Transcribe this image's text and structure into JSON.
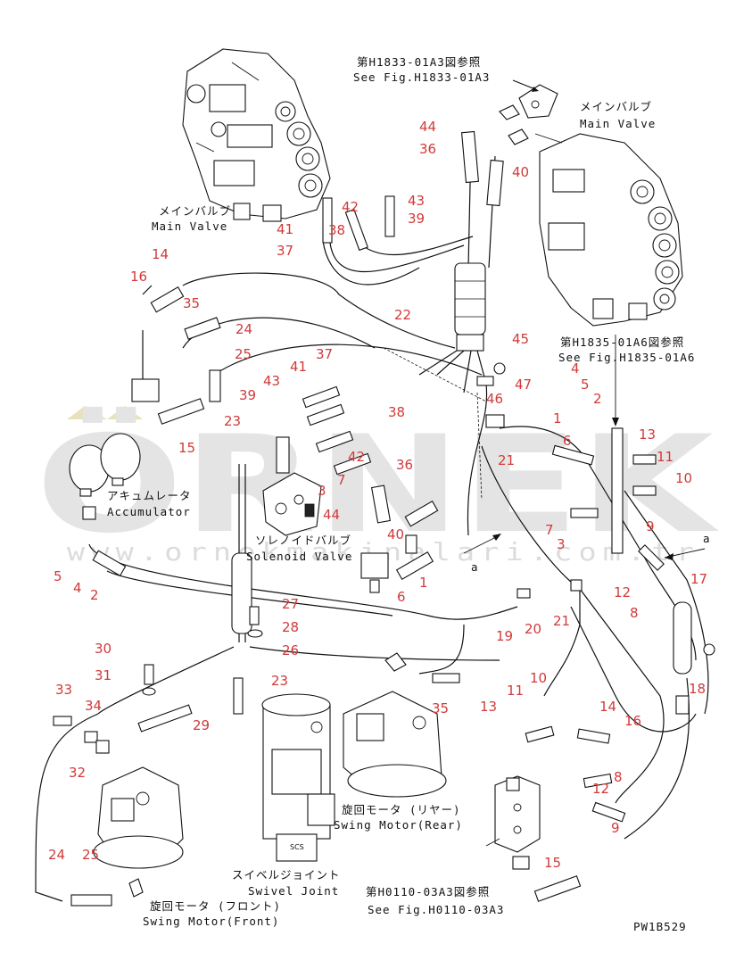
{
  "watermark": {
    "brand": "ÖRNEK",
    "url": "www.ornekmakinalari.com.tr"
  },
  "references": [
    {
      "jp": "第H1833-01A3図参照",
      "en": "See Fig.H1833-01A3"
    },
    {
      "jp": "第H1835-01A6図参照",
      "en": "See Fig.H1835-01A6"
    },
    {
      "jp": "第H0110-03A3図参照",
      "en": "See Fig.H0110-03A3"
    }
  ],
  "components": {
    "main_valve_left": {
      "jp": "メインバルブ",
      "en": "Main Valve"
    },
    "main_valve_right": {
      "jp": "メインバルブ",
      "en": "Main Valve"
    },
    "accumulator": {
      "jp": "アキュムレータ",
      "en": "Accumulator"
    },
    "solenoid_valve": {
      "jp": "ソレノイドバルブ",
      "en": "Solenoid Valve"
    },
    "swing_motor_rear": {
      "jp": "旋回モータ (リヤー)",
      "en": "Swing Motor(Rear)"
    },
    "swivel_joint": {
      "jp": "スイベルジョイント",
      "en": "Swivel Joint"
    },
    "swing_motor_front": {
      "jp": "旋回モータ (フロント)",
      "en": "Swing Motor(Front)"
    }
  },
  "view_markers": [
    "a",
    "a"
  ],
  "part_numbers": [
    "44",
    "36",
    "40",
    "43",
    "42",
    "39",
    "41",
    "38",
    "37",
    "14",
    "16",
    "35",
    "24",
    "25",
    "22",
    "45",
    "47",
    "46",
    "41",
    "37",
    "43",
    "39",
    "38",
    "23",
    "15",
    "4",
    "5",
    "2",
    "1",
    "6",
    "13",
    "11",
    "10",
    "9",
    "42",
    "7",
    "3",
    "36",
    "44",
    "40",
    "1",
    "6",
    "21",
    "7",
    "3",
    "12",
    "8",
    "17",
    "27",
    "28",
    "26",
    "23",
    "30",
    "31",
    "29",
    "33",
    "34",
    "32",
    "24",
    "25",
    "19",
    "20",
    "21",
    "18",
    "35",
    "11",
    "10",
    "13",
    "14",
    "16",
    "8",
    "12",
    "9",
    "15",
    "5",
    "4",
    "2"
  ],
  "drawing_code": "PW1B529"
}
